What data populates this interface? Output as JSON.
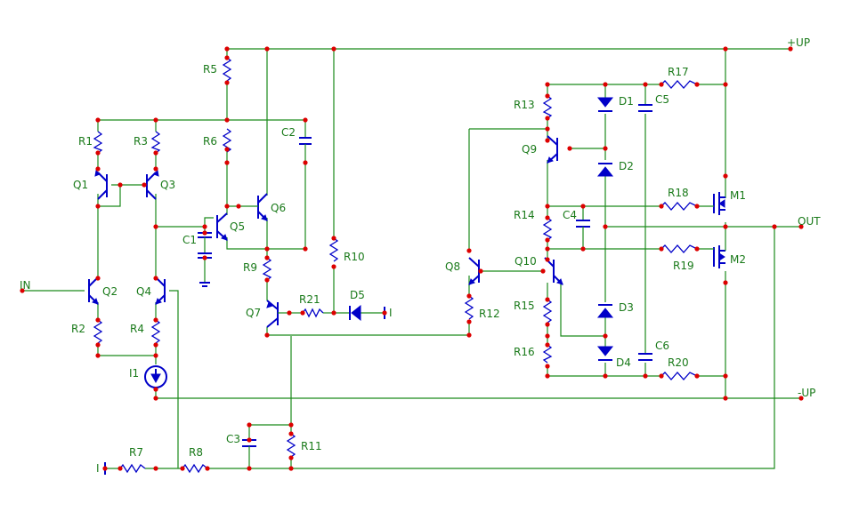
{
  "rails": {
    "pos": "+UP",
    "neg": "-UP"
  },
  "ports": {
    "in": "IN",
    "out": "OUT",
    "bias_left": "I",
    "bias_d5": "I"
  },
  "transistors": {
    "q1": "Q1",
    "q2": "Q2",
    "q3": "Q3",
    "q4": "Q4",
    "q5": "Q5",
    "q6": "Q6",
    "q7": "Q7",
    "q8": "Q8",
    "q9": "Q9",
    "q10": "Q10",
    "m1": "M1",
    "m2": "M2"
  },
  "resistors": {
    "r1": "R1",
    "r2": "R2",
    "r3": "R3",
    "r4": "R4",
    "r5": "R5",
    "r6": "R6",
    "r7": "R7",
    "r8": "R8",
    "r9": "R9",
    "r10": "R10",
    "r11": "R11",
    "r12": "R12",
    "r13": "R13",
    "r14": "R14",
    "r15": "R15",
    "r16": "R16",
    "r17": "R17",
    "r18": "R18",
    "r19": "R19",
    "r20": "R20",
    "r21": "R21"
  },
  "capacitors": {
    "c1": "C1",
    "c2": "C2",
    "c3": "C3",
    "c4": "C4",
    "c5": "C5",
    "c6": "C6"
  },
  "diodes": {
    "d1": "D1",
    "d2": "D2",
    "d3": "D3",
    "d4": "D4",
    "d5": "D5"
  },
  "sources": {
    "i1": "I1"
  },
  "colors": {
    "wire": "#1a8a1a",
    "component": "#0000c8",
    "node": "#dd0000",
    "label": "#1a7a1a"
  }
}
